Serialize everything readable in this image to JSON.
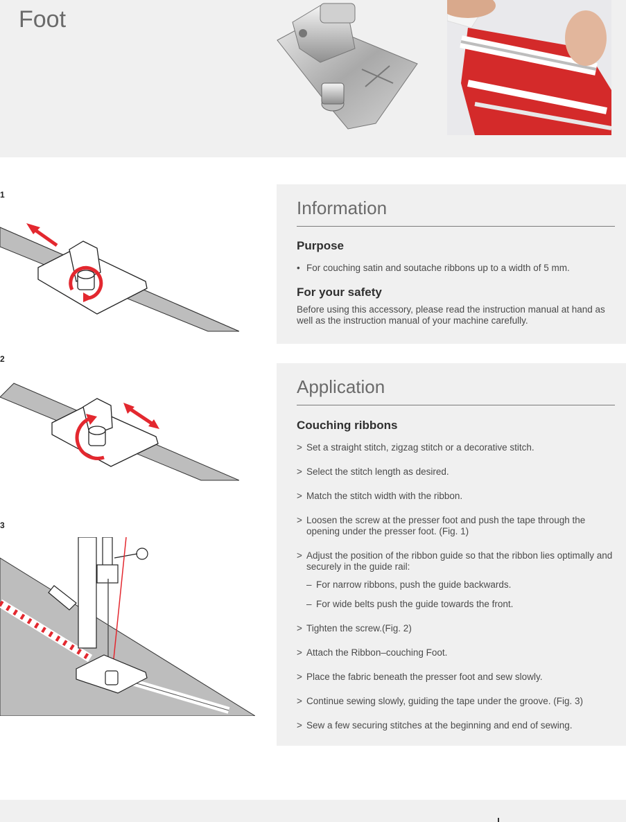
{
  "header": {
    "title_line": "Foot"
  },
  "figures": [
    {
      "number": "1"
    },
    {
      "number": "2"
    },
    {
      "number": "3"
    }
  ],
  "information": {
    "title": "Information",
    "purpose_heading": "Purpose",
    "purpose_bullet_mark": "•",
    "purpose_text": "For couching satin and soutache ribbons up to a width of 5 mm.",
    "safety_heading": "For your safety",
    "safety_text": "Before using this accessory, please read the instruction manual at hand as well as the instruction manual of your machine carefully."
  },
  "application": {
    "title": "Application",
    "heading": "Couching ribbons",
    "step_mark": ">",
    "sub_mark": "–",
    "steps": [
      "Set a straight stitch, zigzag stitch or a decorative stitch.",
      "Select the stitch length as desired.",
      "Match the stitch width with the ribbon.",
      "Loosen the screw at the presser foot and push the tape through the opening under the presser foot. (Fig. 1)",
      "Adjust the position of the ribbon guide so that the ribbon lies optimally and securely in the guide rail:",
      "Tighten the screw.(Fig. 2)",
      "Attach the Ribbon–couching Foot.",
      "Place the fabric beneath the presser foot and sew slowly.",
      "Continue sewing slowly, guiding the tape under the groove. (Fig. 3)",
      "Sew a few securing stitches at the beginning and end of sewing."
    ],
    "substeps": [
      "For narrow ribbons, push the guide backwards.",
      "For wide belts push the guide towards the front."
    ]
  },
  "colors": {
    "accent_red": "#e3282f",
    "panel_bg": "#f0f0f0"
  }
}
